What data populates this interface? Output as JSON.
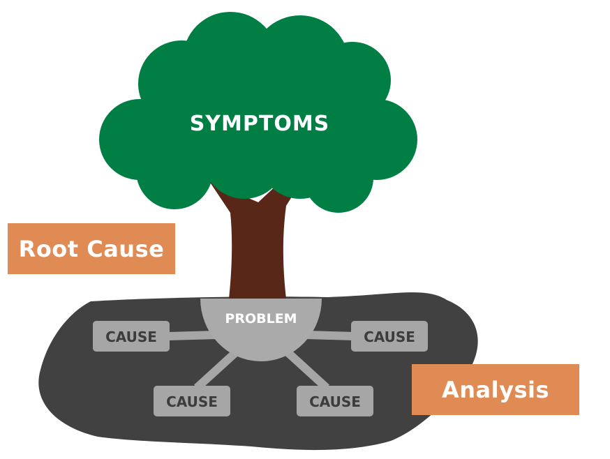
{
  "diagram": {
    "canopy_label": "SYMPTOMS",
    "problem_label": "PROBLEM",
    "causes": [
      "CAUSE",
      "CAUSE",
      "CAUSE",
      "CAUSE"
    ],
    "root_cause_label": "Root Cause",
    "analysis_label": "Analysis"
  },
  "colors": {
    "canopy": "#007e44",
    "trunk": "#582718",
    "ground": "#414141",
    "problem_circle": "#aaaaaa",
    "cause_box": "#a6a6a6",
    "connector": "#a6a6a6",
    "cause_text": "#3c3c3c",
    "label_box": "#e08a54",
    "label_text": "#ffffff"
  }
}
